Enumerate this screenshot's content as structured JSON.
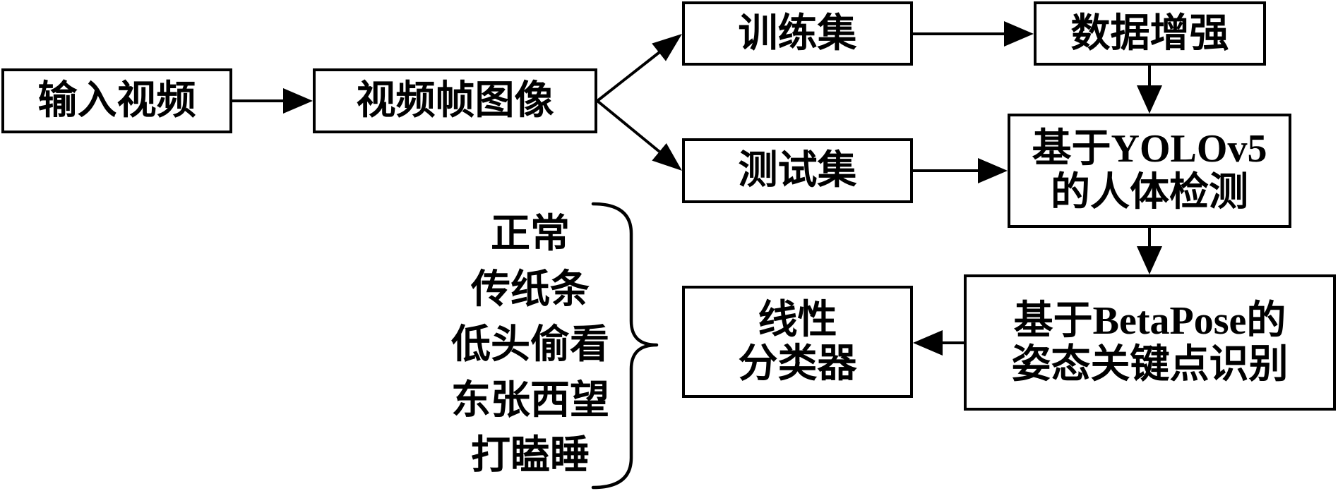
{
  "nodes": {
    "input_video": "输入视频",
    "video_frames": "视频帧图像",
    "train_set": "训练集",
    "test_set": "测试集",
    "augmentation": "数据增强",
    "yolo_detection": [
      "基于YOLOv5",
      "的人体检测"
    ],
    "betapose_keypoints": [
      "基于BetaPose的",
      "姿态关键点识别"
    ],
    "linear_classifier": [
      "线性",
      "分类器"
    ]
  },
  "classes": [
    "正常",
    "传纸条",
    "低头偷看",
    "东张西望",
    "打瞌睡"
  ],
  "colors": {
    "stroke": "#000000",
    "box_fill": "#ffffff",
    "background": "#ffffff"
  }
}
